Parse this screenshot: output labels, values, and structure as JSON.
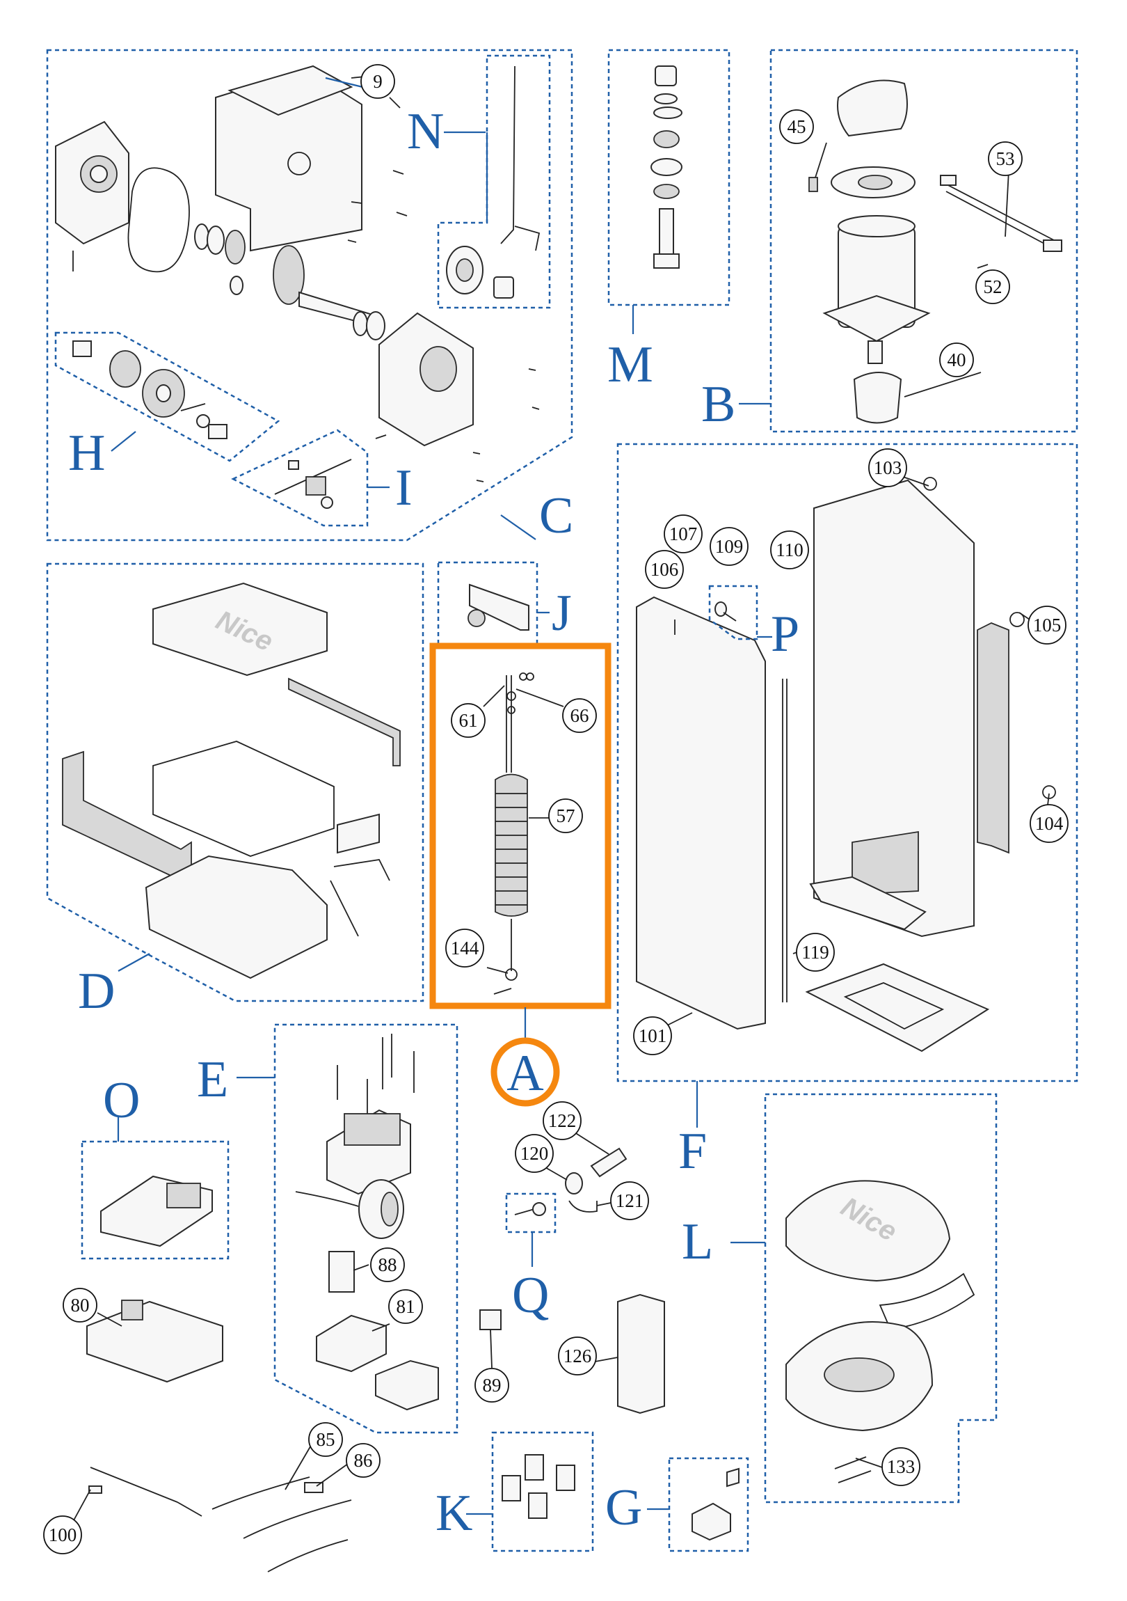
{
  "group_labels": {
    "A": "A",
    "B": "B",
    "C": "C",
    "D": "D",
    "E": "E",
    "F": "F",
    "G": "G",
    "H": "H",
    "I": "I",
    "J": "J",
    "K": "K",
    "L": "L",
    "M": "M",
    "N": "N",
    "O": "O",
    "P": "P",
    "Q": "Q"
  },
  "callouts": {
    "n9": "9",
    "n45": "45",
    "n53": "53",
    "n52": "52",
    "n40": "40",
    "n103": "103",
    "n107": "107",
    "n109": "109",
    "n110": "110",
    "n106": "106",
    "n105": "105",
    "n104": "104",
    "n61": "61",
    "n66": "66",
    "n57": "57",
    "n144": "144",
    "n119": "119",
    "n101": "101",
    "n122": "122",
    "n120": "120",
    "n121": "121",
    "n88": "88",
    "n81": "81",
    "n80": "80",
    "n89": "89",
    "n126": "126",
    "n133": "133",
    "n85": "85",
    "n86": "86",
    "n100": "100"
  },
  "logos": {
    "cover_logo": "Nice",
    "cap_logo": "Nice"
  },
  "colors": {
    "group_outline": "#1f5fa8",
    "highlight": "#f5870f"
  },
  "highlighted_group": "A"
}
